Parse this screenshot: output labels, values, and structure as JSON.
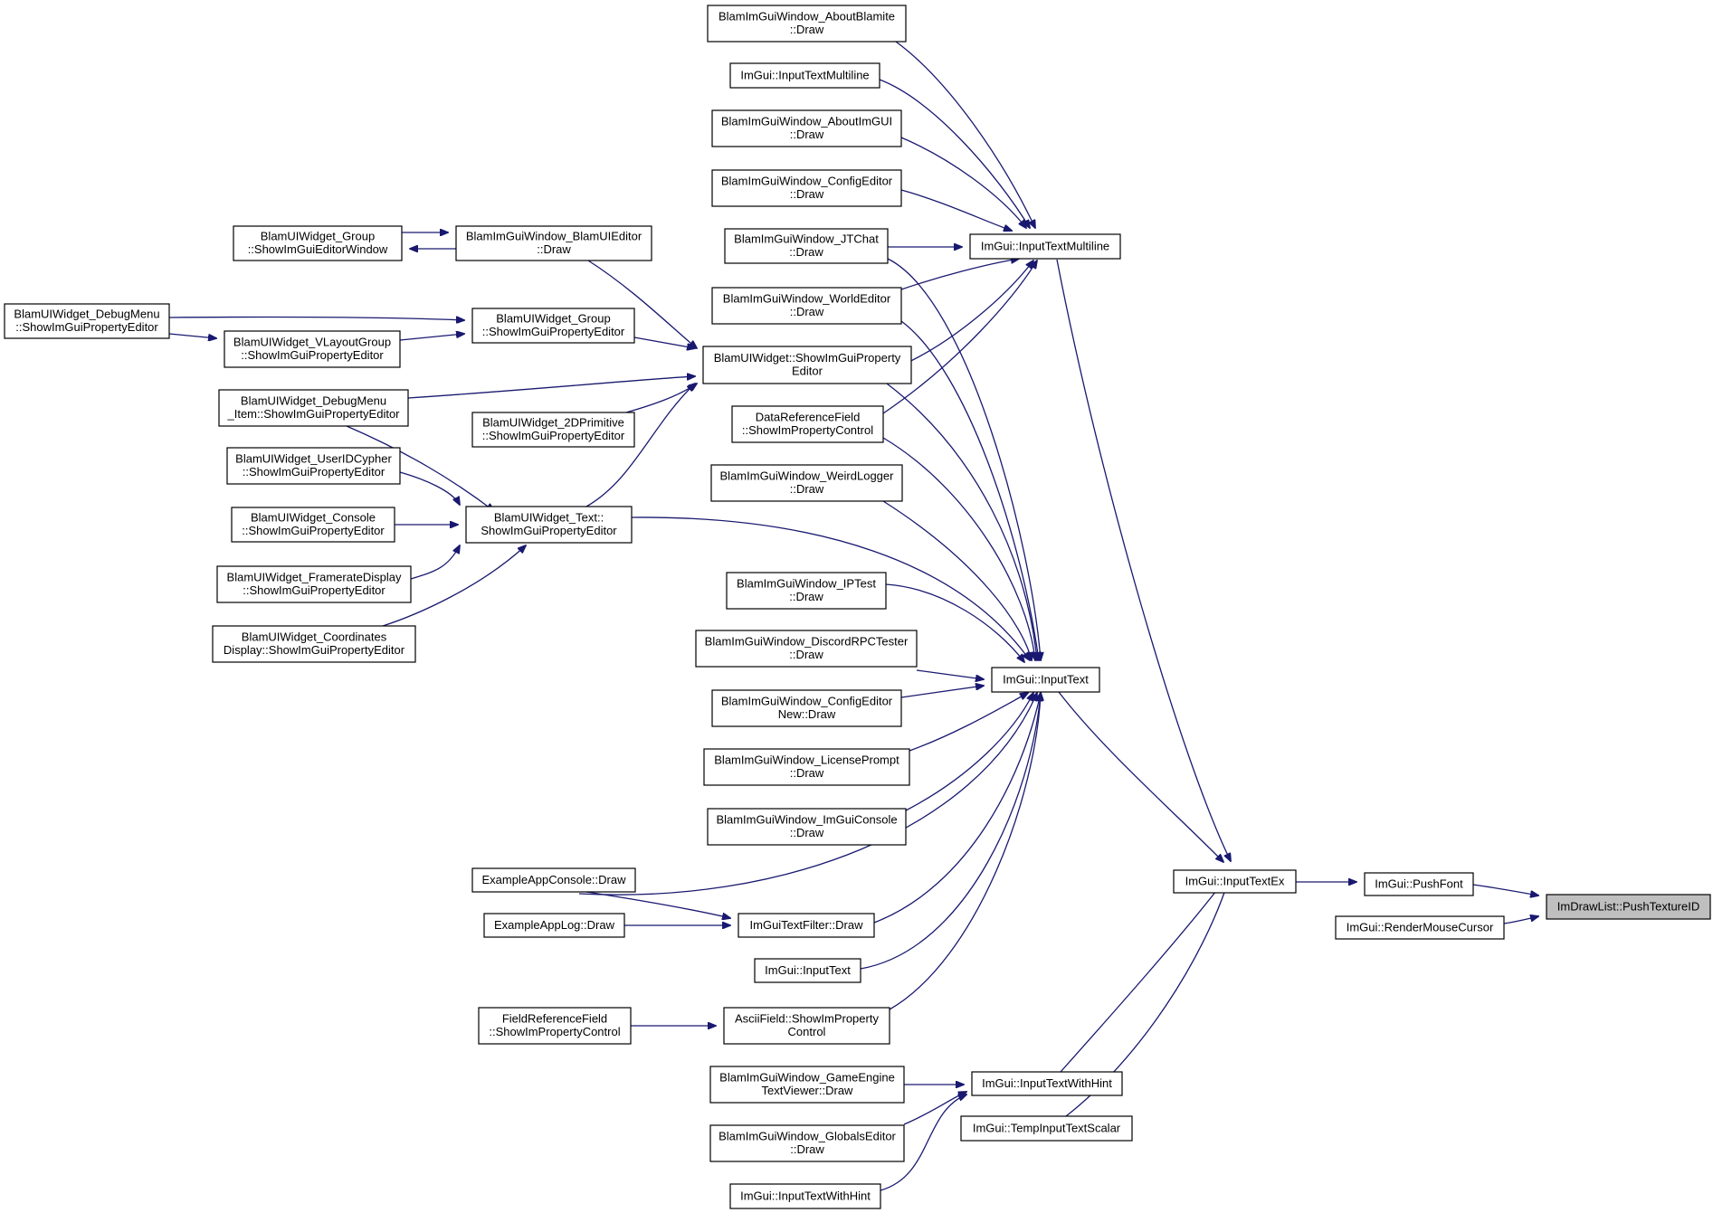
{
  "graph": {
    "root": "ImDrawList::PushTextureID",
    "nodes": [
      {
        "id": "root",
        "lines": [
          "ImDrawList::PushTextureID"
        ],
        "root": true
      },
      {
        "id": "pushfont",
        "lines": [
          "ImGui::PushFont"
        ]
      },
      {
        "id": "rendermouse",
        "lines": [
          "ImGui::RenderMouseCursor"
        ]
      },
      {
        "id": "inputtextex",
        "lines": [
          "ImGui::InputTextEx"
        ]
      },
      {
        "id": "inputtextmultiline",
        "lines": [
          "ImGui::InputTextMultiline"
        ]
      },
      {
        "id": "inputtext",
        "lines": [
          "ImGui::InputText"
        ]
      },
      {
        "id": "inputtextwithhint",
        "lines": [
          "ImGui::InputTextWithHint"
        ]
      },
      {
        "id": "tempinputtextscalar",
        "lines": [
          "ImGui::TempInputTextScalar"
        ]
      },
      {
        "id": "aboutblamite",
        "lines": [
          "BlamImGuiWindow_AboutBlamite",
          "::Draw"
        ]
      },
      {
        "id": "imgui_itm",
        "lines": [
          "ImGui::InputTextMultiline"
        ]
      },
      {
        "id": "aboutimgui",
        "lines": [
          "BlamImGuiWindow_AboutImGUI",
          "::Draw"
        ]
      },
      {
        "id": "configeditor",
        "lines": [
          "BlamImGuiWindow_ConfigEditor",
          "::Draw"
        ]
      },
      {
        "id": "jtchat",
        "lines": [
          "BlamImGuiWindow_JTChat",
          "::Draw"
        ]
      },
      {
        "id": "worldeditor",
        "lines": [
          "BlamImGuiWindow_WorldEditor",
          "::Draw"
        ]
      },
      {
        "id": "showpropeditor",
        "lines": [
          "BlamUIWidget::ShowImGuiProperty",
          "Editor"
        ]
      },
      {
        "id": "datareffield",
        "lines": [
          "DataReferenceField",
          "::ShowImPropertyControl"
        ]
      },
      {
        "id": "weirdlogger",
        "lines": [
          "BlamImGuiWindow_WeirdLogger",
          "::Draw"
        ]
      },
      {
        "id": "iptest",
        "lines": [
          "BlamImGuiWindow_IPTest",
          "::Draw"
        ]
      },
      {
        "id": "discordrpc",
        "lines": [
          "BlamImGuiWindow_DiscordRPCTester",
          "::Draw"
        ]
      },
      {
        "id": "configeditornew",
        "lines": [
          "BlamImGuiWindow_ConfigEditor",
          "New::Draw"
        ]
      },
      {
        "id": "licenseprompt",
        "lines": [
          "BlamImGuiWindow_LicensePrompt",
          "::Draw"
        ]
      },
      {
        "id": "imguiconsole",
        "lines": [
          "BlamImGuiWindow_ImGuiConsole",
          "::Draw"
        ]
      },
      {
        "id": "textfilter",
        "lines": [
          "ImGuiTextFilter::Draw"
        ]
      },
      {
        "id": "imgui_it",
        "lines": [
          "ImGui::InputText"
        ]
      },
      {
        "id": "asciifield",
        "lines": [
          "AsciiField::ShowImProperty",
          "Control"
        ]
      },
      {
        "id": "gameengine",
        "lines": [
          "BlamImGuiWindow_GameEngine",
          "TextViewer::Draw"
        ]
      },
      {
        "id": "globalseditor",
        "lines": [
          "BlamImGuiWindow_GlobalsEditor",
          "::Draw"
        ]
      },
      {
        "id": "imgui_itwh",
        "lines": [
          "ImGui::InputTextWithHint"
        ]
      },
      {
        "id": "uieditor",
        "lines": [
          "BlamImGuiWindow_BlamUIEditor",
          "::Draw"
        ]
      },
      {
        "id": "group",
        "lines": [
          "BlamUIWidget_Group",
          "::ShowImGuiPropertyEditor"
        ]
      },
      {
        "id": "prim2d",
        "lines": [
          "BlamUIWidget_2DPrimitive",
          "::ShowImGuiPropertyEditor"
        ]
      },
      {
        "id": "textwidget",
        "lines": [
          "BlamUIWidget_Text::",
          "ShowImGuiPropertyEditor"
        ]
      },
      {
        "id": "groupwindow",
        "lines": [
          "BlamUIWidget_Group",
          "::ShowImGuiEditorWindow"
        ]
      },
      {
        "id": "debugmenu",
        "lines": [
          "BlamUIWidget_DebugMenu",
          "::ShowImGuiPropertyEditor"
        ]
      },
      {
        "id": "vlayout",
        "lines": [
          "BlamUIWidget_VLayoutGroup",
          "::ShowImGuiPropertyEditor"
        ]
      },
      {
        "id": "debugmenuitem",
        "lines": [
          "BlamUIWidget_DebugMenu",
          "_Item::ShowImGuiPropertyEditor"
        ]
      },
      {
        "id": "useridcypher",
        "lines": [
          "BlamUIWidget_UserIDCypher",
          "::ShowImGuiPropertyEditor"
        ]
      },
      {
        "id": "console",
        "lines": [
          "BlamUIWidget_Console",
          "::ShowImGuiPropertyEditor"
        ]
      },
      {
        "id": "framerate",
        "lines": [
          "BlamUIWidget_FramerateDisplay",
          "::ShowImGuiPropertyEditor"
        ]
      },
      {
        "id": "coords",
        "lines": [
          "BlamUIWidget_Coordinates",
          "Display::ShowImGuiPropertyEditor"
        ]
      },
      {
        "id": "appconsole",
        "lines": [
          "ExampleAppConsole::Draw"
        ]
      },
      {
        "id": "applog",
        "lines": [
          "ExampleAppLog::Draw"
        ]
      },
      {
        "id": "fieldref",
        "lines": [
          "FieldReferenceField",
          "::ShowImPropertyControl"
        ]
      }
    ],
    "edges": [
      [
        "pushfont",
        "root"
      ],
      [
        "rendermouse",
        "root"
      ],
      [
        "inputtextex",
        "pushfont"
      ],
      [
        "inputtextmultiline",
        "inputtextex"
      ],
      [
        "inputtext",
        "inputtextex"
      ],
      [
        "inputtextwithhint",
        "inputtextex"
      ],
      [
        "tempinputtextscalar",
        "inputtextex"
      ],
      [
        "aboutblamite",
        "inputtextmultiline"
      ],
      [
        "imgui_itm",
        "inputtextmultiline"
      ],
      [
        "aboutimgui",
        "inputtextmultiline"
      ],
      [
        "configeditor",
        "inputtextmultiline"
      ],
      [
        "jtchat",
        "inputtextmultiline"
      ],
      [
        "worldeditor",
        "inputtextmultiline"
      ],
      [
        "showpropeditor",
        "inputtextmultiline"
      ],
      [
        "datareffield",
        "inputtextmultiline"
      ],
      [
        "jtchat",
        "inputtext"
      ],
      [
        "worldeditor",
        "inputtext"
      ],
      [
        "showpropeditor",
        "inputtext"
      ],
      [
        "datareffield",
        "inputtext"
      ],
      [
        "weirdlogger",
        "inputtext"
      ],
      [
        "textwidget",
        "inputtext"
      ],
      [
        "iptest",
        "inputtext"
      ],
      [
        "discordrpc",
        "inputtext"
      ],
      [
        "configeditornew",
        "inputtext"
      ],
      [
        "licenseprompt",
        "inputtext"
      ],
      [
        "imguiconsole",
        "inputtext"
      ],
      [
        "appconsole",
        "inputtext"
      ],
      [
        "textfilter",
        "inputtext"
      ],
      [
        "imgui_it",
        "inputtext"
      ],
      [
        "asciifield",
        "inputtext"
      ],
      [
        "gameengine",
        "inputtextwithhint"
      ],
      [
        "globalseditor",
        "inputtextwithhint"
      ],
      [
        "imgui_itwh",
        "inputtextwithhint"
      ],
      [
        "uieditor",
        "showpropeditor"
      ],
      [
        "group",
        "showpropeditor"
      ],
      [
        "debugmenuitem",
        "showpropeditor"
      ],
      [
        "prim2d",
        "showpropeditor"
      ],
      [
        "textwidget",
        "showpropeditor"
      ],
      [
        "uieditor",
        "groupwindow"
      ],
      [
        "groupwindow",
        "uieditor"
      ],
      [
        "debugmenu",
        "group"
      ],
      [
        "vlayout",
        "group"
      ],
      [
        "debugmenu",
        "vlayout"
      ],
      [
        "debugmenuitem",
        "textwidget"
      ],
      [
        "useridcypher",
        "textwidget"
      ],
      [
        "console",
        "textwidget"
      ],
      [
        "framerate",
        "textwidget"
      ],
      [
        "coords",
        "textwidget"
      ],
      [
        "appconsole",
        "textfilter"
      ],
      [
        "applog",
        "textfilter"
      ],
      [
        "fieldref",
        "asciifield"
      ]
    ]
  }
}
